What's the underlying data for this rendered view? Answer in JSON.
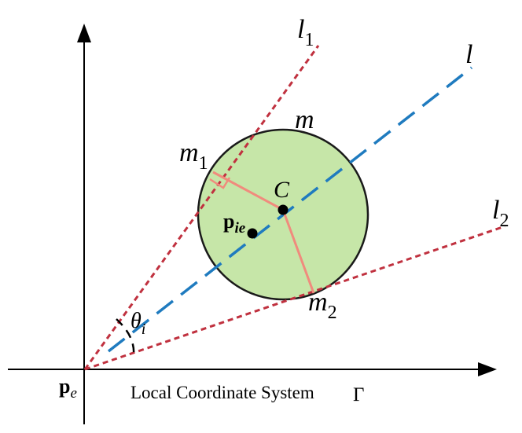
{
  "colors": {
    "axis": "#000000",
    "tangent_lines": "#c0313f",
    "center_line": "#1f7bbf",
    "circle_fill": "#c6e6a8",
    "circle_stroke": "#1a1a1a",
    "radius_lines": "#f08b7d",
    "points": "#000000"
  },
  "labels": {
    "l1_base": "l",
    "l1_sub": "1",
    "l_line": "l",
    "l2_base": "l",
    "l2_sub": "2",
    "m": "m",
    "m1_base": "m",
    "m1_sub": "1",
    "m2_base": "m",
    "m2_sub": "2",
    "center": "C",
    "pie_base": "p",
    "pie_sub": "ie",
    "theta_base": "θ",
    "theta_sub": "i",
    "pe_base": "p",
    "pe_sub": "e",
    "caption_text": "Local Coordinate System",
    "caption_symbol": "Γ"
  }
}
